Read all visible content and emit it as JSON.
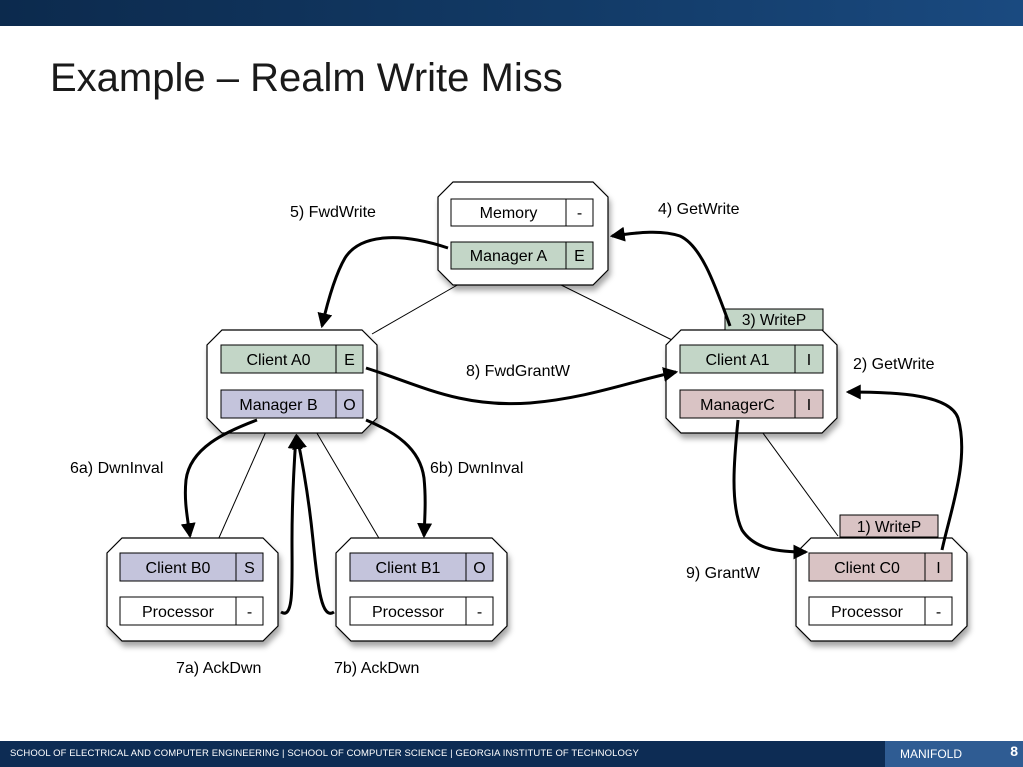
{
  "slide": {
    "title": "Example – Realm Write Miss"
  },
  "colors": {
    "green_cell": "#c3d6c7",
    "purple_cell": "#c4c4dc",
    "pink_cell": "#d9c3c4",
    "white_cell": "#ffffff",
    "top_bar": "#123a66",
    "footer": "#0d2c54",
    "footer_brand": "#2f5c93"
  },
  "nodes": {
    "memory": {
      "label": "Memory",
      "state": "-"
    },
    "manager_a": {
      "label": "Manager A",
      "state": "E"
    },
    "client_a0": {
      "label": "Client A0",
      "state": "E"
    },
    "manager_b": {
      "label": "Manager B",
      "state": "O"
    },
    "client_a1": {
      "label": "Client A1",
      "state": "I"
    },
    "manager_c": {
      "label": "ManagerC",
      "state": "I"
    },
    "client_b0": {
      "label": "Client B0",
      "state": "S"
    },
    "processor_b0": {
      "label": "Processor",
      "state": "-"
    },
    "client_b1": {
      "label": "Client B1",
      "state": "O"
    },
    "processor_b1": {
      "label": "Processor",
      "state": "-"
    },
    "client_c0": {
      "label": "Client C0",
      "state": "I"
    },
    "processor_c0": {
      "label": "Processor",
      "state": "-"
    }
  },
  "tags": {
    "writep_3": "3) WriteP",
    "writep_1": "1) WriteP"
  },
  "messages": {
    "fwd_write": "5) FwdWrite",
    "get_write_4": "4) GetWrite",
    "get_write_2": "2) GetWrite",
    "fwd_grant_w": "8) FwdGrantW",
    "dwn_inval_a": "6a) DwnInval",
    "dwn_inval_b": "6b) DwnInval",
    "grant_w": "9) GrantW",
    "ack_dwn_a": "7a) AckDwn",
    "ack_dwn_b": "7b) AckDwn"
  },
  "footer": {
    "text": "SCHOOL OF ELECTRICAL AND COMPUTER ENGINEERING | SCHOOL OF COMPUTER SCIENCE | GEORGIA INSTITUTE OF TECHNOLOGY",
    "brand": "MANIFOLD",
    "page": "8"
  }
}
